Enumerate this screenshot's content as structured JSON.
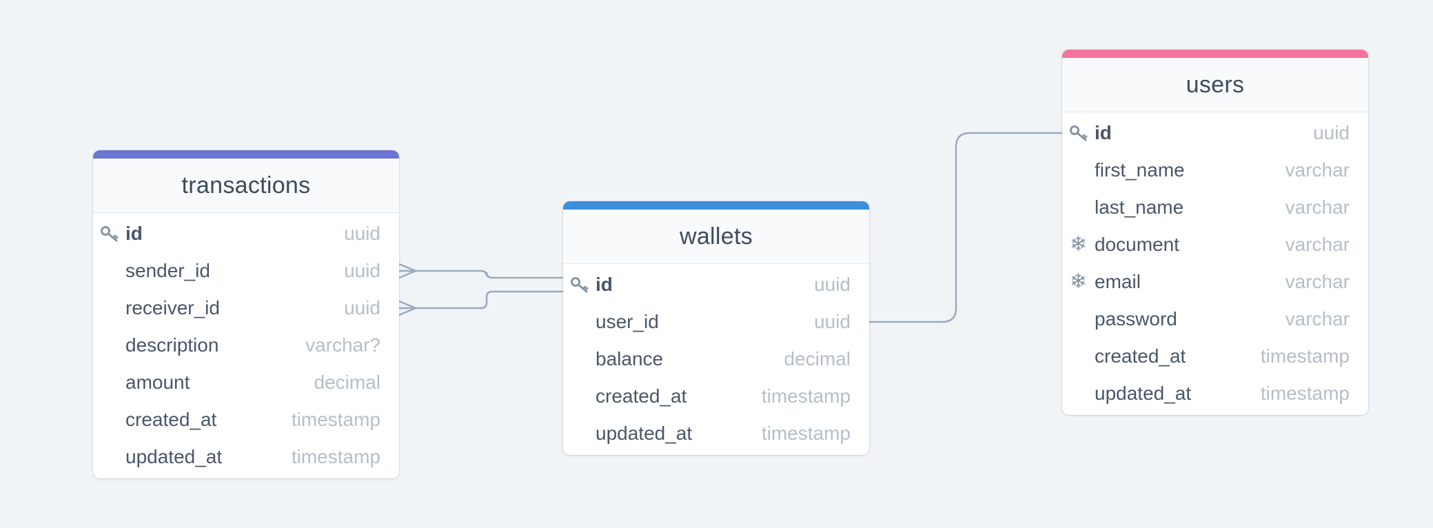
{
  "colors": {
    "background": "#f0f4f7",
    "connector": "#9aa9bd",
    "transactions_accent": "#6b74d0",
    "wallets_accent": "#3b8fdc",
    "users_accent": "#f4739a"
  },
  "tables": {
    "transactions": {
      "name": "transactions",
      "columns": [
        {
          "name": "id",
          "type": "uuid",
          "icon": "key-icon"
        },
        {
          "name": "sender_id",
          "type": "uuid"
        },
        {
          "name": "receiver_id",
          "type": "uuid"
        },
        {
          "name": "description",
          "type": "varchar?"
        },
        {
          "name": "amount",
          "type": "decimal"
        },
        {
          "name": "created_at",
          "type": "timestamp"
        },
        {
          "name": "updated_at",
          "type": "timestamp"
        }
      ]
    },
    "wallets": {
      "name": "wallets",
      "columns": [
        {
          "name": "id",
          "type": "uuid",
          "icon": "key-icon"
        },
        {
          "name": "user_id",
          "type": "uuid"
        },
        {
          "name": "balance",
          "type": "decimal"
        },
        {
          "name": "created_at",
          "type": "timestamp"
        },
        {
          "name": "updated_at",
          "type": "timestamp"
        }
      ]
    },
    "users": {
      "name": "users",
      "columns": [
        {
          "name": "id",
          "type": "uuid",
          "icon": "key-icon"
        },
        {
          "name": "first_name",
          "type": "varchar"
        },
        {
          "name": "last_name",
          "type": "varchar"
        },
        {
          "name": "document",
          "type": "varchar",
          "icon": "unique-snowflake-icon"
        },
        {
          "name": "email",
          "type": "varchar",
          "icon": "unique-snowflake-icon"
        },
        {
          "name": "password",
          "type": "varchar"
        },
        {
          "name": "created_at",
          "type": "timestamp"
        },
        {
          "name": "updated_at",
          "type": "timestamp"
        }
      ]
    }
  },
  "relations": [
    {
      "from": "transactions.sender_id",
      "to": "wallets.id",
      "cardinality": "many-to-one"
    },
    {
      "from": "transactions.receiver_id",
      "to": "wallets.id",
      "cardinality": "many-to-one"
    },
    {
      "from": "wallets.user_id",
      "to": "users.id",
      "cardinality": "one-to-one"
    }
  ]
}
